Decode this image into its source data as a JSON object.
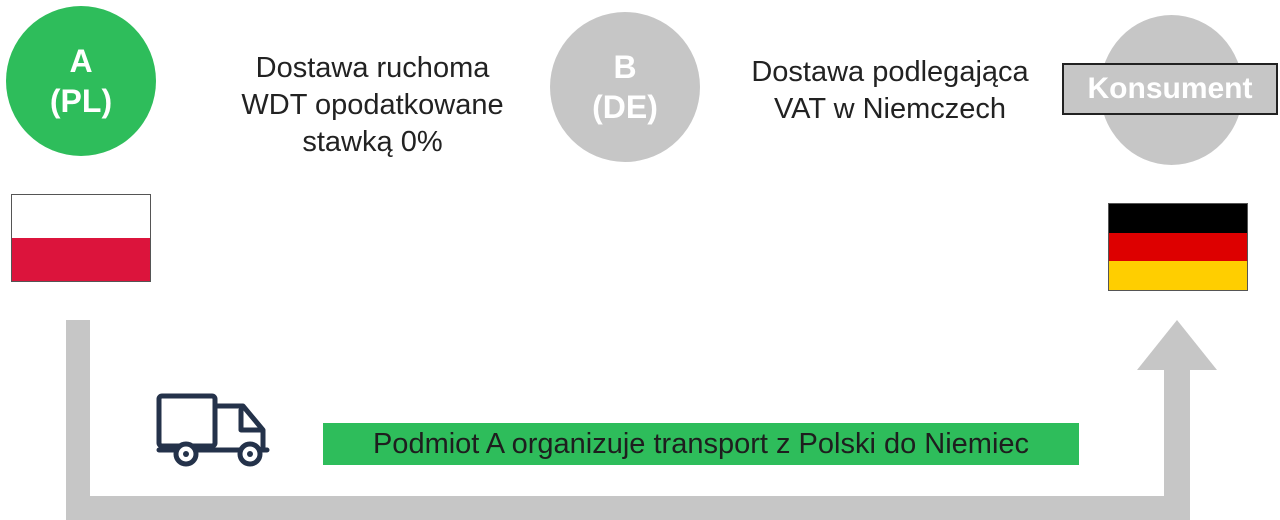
{
  "nodes": {
    "a": {
      "line1": "A",
      "line2": "(PL)",
      "color": "#2ebd5b"
    },
    "b": {
      "line1": "B",
      "line2": "(DE)",
      "color": "#c6c6c6"
    },
    "consumer": {
      "label": "Konsument",
      "color": "#c6c6c6"
    }
  },
  "descriptions": {
    "a_to_b": "Dostawa ruchoma\nWDT opodatkowane\nstawką 0%",
    "b_to_consumer": "Dostawa podlegająca\nVAT w Niemczech"
  },
  "flags": {
    "poland": {
      "stripes": [
        "#ffffff",
        "#dc143c"
      ]
    },
    "germany": {
      "stripes": [
        "#000000",
        "#dd0000",
        "#ffce00"
      ]
    }
  },
  "transport": {
    "icon": "truck-icon",
    "caption": "Podmiot A organizuje transport z Polski do Niemiec",
    "route_color": "#c6c6c6",
    "highlight_color": "#2ebd5b"
  }
}
